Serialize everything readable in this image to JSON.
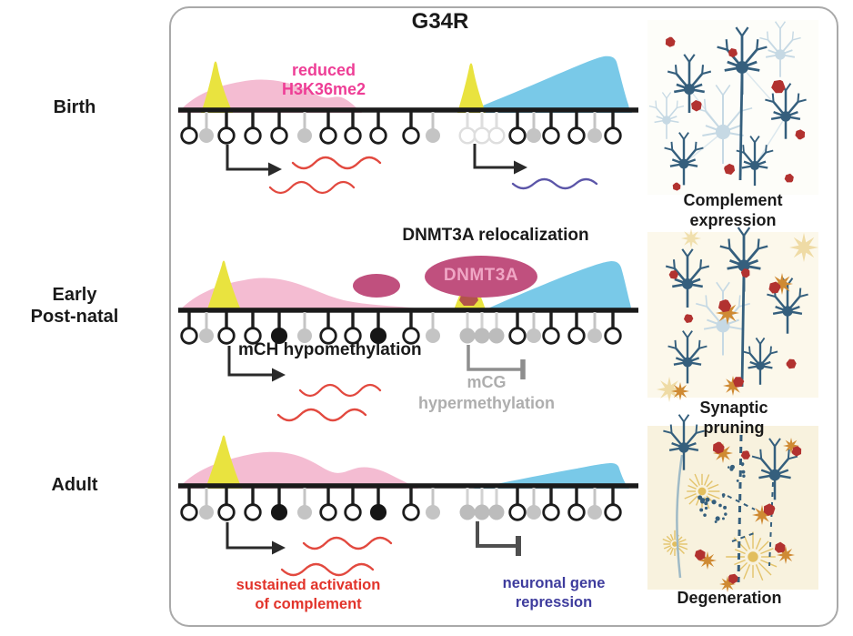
{
  "title": "G34R",
  "stage_labels": [
    "Birth",
    "Early\nPost-natal",
    "Adult"
  ],
  "rows": [
    {
      "stage": "Birth",
      "lollipops": [
        "open",
        "gray",
        "open",
        "open",
        "open",
        "gray",
        "open",
        "open",
        "open",
        "open",
        "gray",
        "light",
        "light",
        "light",
        "open",
        "gray",
        "open",
        "open",
        "gray",
        "open"
      ],
      "labels": {
        "reduced_h3k36me2": "reduced\nH3K36me2"
      }
    },
    {
      "stage": "Early Post-natal",
      "lollipops": [
        "open",
        "gray",
        "open",
        "open",
        "black",
        "gray",
        "open",
        "open",
        "black",
        "open",
        "gray",
        "mcg",
        "mcg",
        "mcg",
        "open",
        "gray",
        "open",
        "open",
        "gray",
        "open"
      ],
      "labels": {
        "dnmt3a_relocalization": "DNMT3A relocalization",
        "dnmt3a": "DNMT3A",
        "mch": "mCH hypomethylation",
        "mcg": "mCG\nhypermethylation"
      }
    },
    {
      "stage": "Adult",
      "lollipops": [
        "open",
        "gray",
        "open",
        "open",
        "black",
        "gray",
        "open",
        "open",
        "black",
        "open",
        "gray",
        "mcg",
        "mcg",
        "mcg",
        "open",
        "gray",
        "open",
        "open",
        "gray",
        "open"
      ],
      "labels": {
        "activation": "sustained activation\nof complement",
        "repression": "neuronal gene\nrepression"
      }
    }
  ],
  "side_panels": [
    {
      "label": "Complement\nexpression"
    },
    {
      "label": "Synaptic pruning"
    },
    {
      "label": "Degeneration"
    }
  ],
  "colors": {
    "pink_domain": "#f4bcd2",
    "yellow_peak": "#e9e33f",
    "blue_domain": "#79c9e8",
    "dnmt3a_ellipse": "#c0507e",
    "rust_overlap": "#b2544a",
    "chromatin": "#1a1a1a",
    "transcript_red": "#e2493f",
    "transcript_purple": "#5b55a8",
    "magenta_text": "#ee3e96",
    "red_text": "#e2342b",
    "indigo_text": "#3e3c9d",
    "gray_text": "#aeaeae",
    "neuron_dark": "#355f7d",
    "neuron_light": "#c6d9e4",
    "complement_red": "#b23230",
    "microglia_orange": "#cf8a33",
    "halo_yellow": "#dfb84f"
  }
}
